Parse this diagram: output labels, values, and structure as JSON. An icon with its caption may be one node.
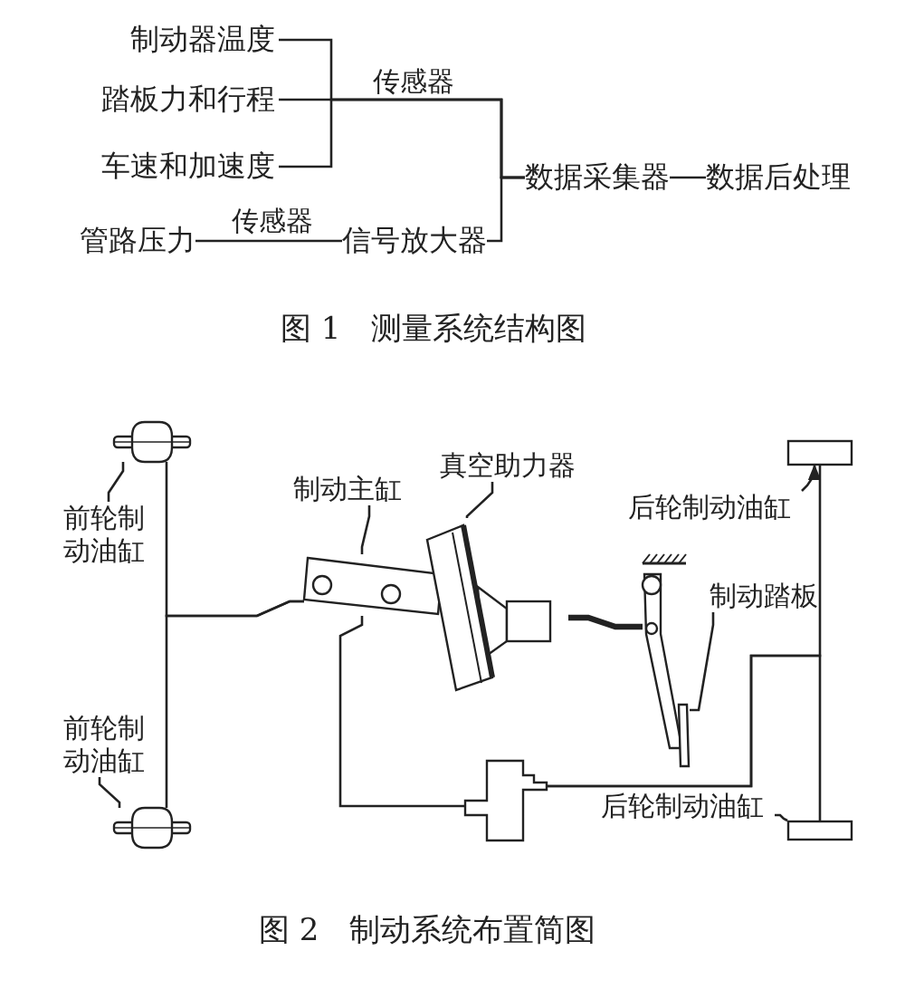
{
  "diagram": {
    "nodes": [
      {
        "text": [
          "制动器温度"
        ]
      },
      {
        "text": [
          "踏板力和行程"
        ]
      },
      {
        "text": [
          "车速和加速度"
        ]
      },
      {
        "text": [
          "数据采集器"
        ]
      },
      {
        "text": [
          "数据后处理"
        ]
      },
      {
        "text": [
          "管路压力"
        ]
      },
      {
        "text": [
          "信号放大器"
        ]
      },
      {
        "text": [
          "前轮制动油缸"
        ]
      },
      {
        "text": [],
        "shape": "cylinder"
      },
      {
        "text": [
          "前轮制动油缸"
        ]
      },
      {
        "text": [],
        "shape": "cylinder"
      },
      {
        "text": [
          "制动主缸"
        ]
      },
      {
        "text": [],
        "shape": "cylinder"
      },
      {
        "text": [
          "真空助力器"
        ]
      },
      {
        "text": [],
        "shape": "disc"
      },
      {
        "text": [
          "后轮制动油缸"
        ]
      },
      {
        "text": [],
        "shape": "box"
      },
      {
        "text": [
          "制动踏板"
        ]
      },
      {
        "text": [],
        "shape": "lever"
      },
      {
        "text": [
          "后轮制动油缸"
        ]
      },
      {
        "text": [],
        "shape": "box"
      },
      {
        "text": [],
        "shape": "box"
      }
    ],
    "edges": [
      {
        "from": 0,
        "to": 3,
        "arrow": "none"
      },
      {
        "from": 1,
        "to": 3,
        "arrow": "none",
        "label": "传感器"
      },
      {
        "from": 2,
        "to": 3,
        "arrow": "none"
      },
      {
        "from": 6,
        "to": 3,
        "arrow": "none"
      },
      {
        "from": 3,
        "to": 4,
        "arrow": "none"
      },
      {
        "from": 5,
        "to": 6,
        "arrow": "none",
        "label": "传感器"
      },
      {
        "from": 7,
        "to": 8,
        "arrow": "none"
      },
      {
        "from": 9,
        "to": 10,
        "arrow": "none"
      },
      {
        "from": 11,
        "to": 12,
        "arrow": "none"
      },
      {
        "from": 13,
        "to": 14,
        "arrow": "none"
      },
      {
        "from": 15,
        "to": 16,
        "arrow": "to"
      },
      {
        "from": 17,
        "to": 18,
        "arrow": "none"
      },
      {
        "from": 19,
        "to": 20,
        "arrow": "none"
      },
      {
        "from": 12,
        "to": 8,
        "arrow": "none"
      },
      {
        "from": 12,
        "to": 10,
        "arrow": "none"
      },
      {
        "from": 12,
        "to": 21,
        "arrow": "none"
      },
      {
        "from": 21,
        "to": 16,
        "arrow": "none"
      },
      {
        "from": 21,
        "to": 20,
        "arrow": "none"
      },
      {
        "from": 14,
        "to": 18,
        "arrow": "none",
        "style": "thick"
      }
    ],
    "labels": [
      "图 1　测量系统结构图",
      "图 2　制动系统布置简图"
    ]
  }
}
